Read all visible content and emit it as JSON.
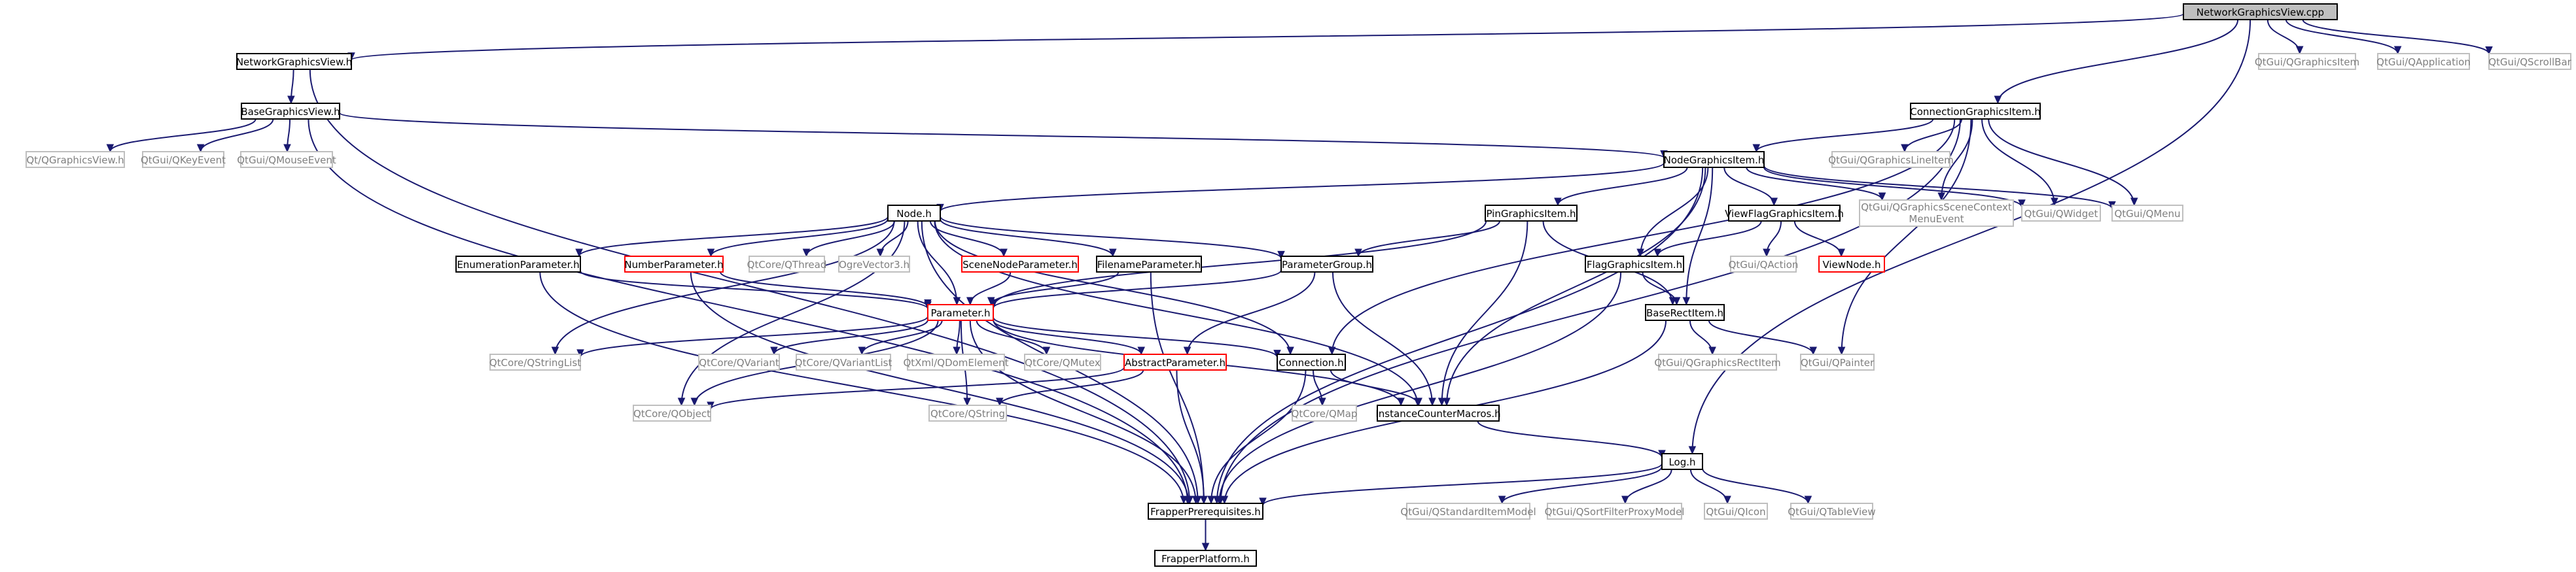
{
  "colors": {
    "edge": "#191970",
    "root_fill": "#bfbfbf",
    "documented_border": "#000000",
    "undocumented_border": "#bfbfbf",
    "undocumented_text": "#7f7f7f",
    "link_red": "#ff0000"
  },
  "nodes": [
    {
      "id": "ngv_cpp",
      "label": "NetworkGraphicsView.cpp",
      "kind": "root"
    },
    {
      "id": "ngv_h",
      "label": "NetworkGraphicsView.h",
      "kind": "doc"
    },
    {
      "id": "qgi",
      "label": "QtGui/QGraphicsItem",
      "kind": "ext"
    },
    {
      "id": "qapp",
      "label": "QtGui/QApplication",
      "kind": "ext"
    },
    {
      "id": "qsb",
      "label": "QtGui/QScrollBar",
      "kind": "ext"
    },
    {
      "id": "cgi_h",
      "label": "ConnectionGraphicsItem.h",
      "kind": "doc"
    },
    {
      "id": "bgv_h",
      "label": "BaseGraphicsView.h",
      "kind": "doc"
    },
    {
      "id": "qgli",
      "label": "QtGui/QGraphicsLineItem",
      "kind": "ext"
    },
    {
      "id": "qgv",
      "label": "Qt/QGraphicsView.h",
      "kind": "ext"
    },
    {
      "id": "qke",
      "label": "QtGui/QKeyEvent",
      "kind": "ext"
    },
    {
      "id": "qme",
      "label": "QtGui/QMouseEvent",
      "kind": "ext"
    },
    {
      "id": "ngi_h",
      "label": "NodeGraphicsItem.h",
      "kind": "doc"
    },
    {
      "id": "node_h",
      "label": "Node.h",
      "kind": "doc"
    },
    {
      "id": "pgi_h",
      "label": "PinGraphicsItem.h",
      "kind": "doc"
    },
    {
      "id": "vfgi_h",
      "label": "ViewFlagGraphicsItem.h",
      "kind": "doc"
    },
    {
      "id": "qgscme",
      "label": "QtGui/QGraphicsSceneContext MenuEvent",
      "kind": "ext"
    },
    {
      "id": "qwidget",
      "label": "QtGui/QWidget",
      "kind": "ext"
    },
    {
      "id": "qmenu",
      "label": "QtGui/QMenu",
      "kind": "ext"
    },
    {
      "id": "enum_h",
      "label": "EnumerationParameter.h",
      "kind": "doc"
    },
    {
      "id": "num_h",
      "label": "NumberParameter.h",
      "kind": "red"
    },
    {
      "id": "qthread",
      "label": "QtCore/QThread",
      "kind": "ext"
    },
    {
      "id": "ogre_v3",
      "label": "OgreVector3.h",
      "kind": "ext"
    },
    {
      "id": "snp_h",
      "label": "SceneNodeParameter.h",
      "kind": "red"
    },
    {
      "id": "fnp_h",
      "label": "FilenameParameter.h",
      "kind": "doc"
    },
    {
      "id": "pg_h",
      "label": "ParameterGroup.h",
      "kind": "doc"
    },
    {
      "id": "fgi_h",
      "label": "FlagGraphicsItem.h",
      "kind": "doc"
    },
    {
      "id": "qaction",
      "label": "QtGui/QAction",
      "kind": "ext"
    },
    {
      "id": "viewnode_h",
      "label": "ViewNode.h",
      "kind": "red"
    },
    {
      "id": "param_h",
      "label": "Parameter.h",
      "kind": "red"
    },
    {
      "id": "bri_h",
      "label": "BaseRectItem.h",
      "kind": "doc"
    },
    {
      "id": "qsl",
      "label": "QtCore/QStringList",
      "kind": "ext"
    },
    {
      "id": "qvariant",
      "label": "QtCore/QVariant",
      "kind": "ext"
    },
    {
      "id": "qvl",
      "label": "QtCore/QVariantList",
      "kind": "ext"
    },
    {
      "id": "qdom",
      "label": "QtXml/QDomElement",
      "kind": "ext"
    },
    {
      "id": "qmutex",
      "label": "QtCore/QMutex",
      "kind": "ext"
    },
    {
      "id": "ap_h",
      "label": "AbstractParameter.h",
      "kind": "red"
    },
    {
      "id": "conn_h",
      "label": "Connection.h",
      "kind": "doc"
    },
    {
      "id": "qgri",
      "label": "QtGui/QGraphicsRectItem",
      "kind": "ext"
    },
    {
      "id": "qpainter",
      "label": "QtGui/QPainter",
      "kind": "ext"
    },
    {
      "id": "qobject",
      "label": "QtCore/QObject",
      "kind": "ext"
    },
    {
      "id": "qstring",
      "label": "QtCore/QString",
      "kind": "ext"
    },
    {
      "id": "qmap",
      "label": "QtCore/QMap",
      "kind": "ext"
    },
    {
      "id": "icm_h",
      "label": "InstanceCounterMacros.h",
      "kind": "doc"
    },
    {
      "id": "log_h",
      "label": "Log.h",
      "kind": "doc"
    },
    {
      "id": "fp_h",
      "label": "FrapperPrerequisites.h",
      "kind": "doc"
    },
    {
      "id": "qsim",
      "label": "QtGui/QStandardItemModel",
      "kind": "ext"
    },
    {
      "id": "qsfpm",
      "label": "QtGui/QSortFilterProxyModel",
      "kind": "ext"
    },
    {
      "id": "qicon",
      "label": "QtGui/QIcon",
      "kind": "ext"
    },
    {
      "id": "qtv",
      "label": "QtGui/QTableView",
      "kind": "ext"
    },
    {
      "id": "fplat_h",
      "label": "FrapperPlatform.h",
      "kind": "doc"
    }
  ],
  "edges": [
    [
      "ngv_cpp",
      "ngv_h"
    ],
    [
      "ngv_cpp",
      "qgi"
    ],
    [
      "ngv_cpp",
      "qapp"
    ],
    [
      "ngv_cpp",
      "qsb"
    ],
    [
      "ngv_cpp",
      "cgi_h"
    ],
    [
      "ngv_cpp",
      "log_h"
    ],
    [
      "ngv_h",
      "bgv_h"
    ],
    [
      "ngv_h",
      "fp_h"
    ],
    [
      "bgv_h",
      "qgv"
    ],
    [
      "bgv_h",
      "qke"
    ],
    [
      "bgv_h",
      "qme"
    ],
    [
      "bgv_h",
      "ngi_h"
    ],
    [
      "bgv_h",
      "fp_h"
    ],
    [
      "cgi_h",
      "ngi_h"
    ],
    [
      "cgi_h",
      "qgli"
    ],
    [
      "cgi_h",
      "qgscme"
    ],
    [
      "cgi_h",
      "qwidget"
    ],
    [
      "cgi_h",
      "qmenu"
    ],
    [
      "cgi_h",
      "qpainter"
    ],
    [
      "cgi_h",
      "conn_h"
    ],
    [
      "cgi_h",
      "fp_h"
    ],
    [
      "ngi_h",
      "node_h"
    ],
    [
      "ngi_h",
      "pgi_h"
    ],
    [
      "ngi_h",
      "vfgi_h"
    ],
    [
      "ngi_h",
      "fgi_h"
    ],
    [
      "ngi_h",
      "bri_h"
    ],
    [
      "ngi_h",
      "qgscme"
    ],
    [
      "ngi_h",
      "qwidget"
    ],
    [
      "ngi_h",
      "qmenu"
    ],
    [
      "ngi_h",
      "icm_h"
    ],
    [
      "ngi_h",
      "fp_h"
    ],
    [
      "node_h",
      "enum_h"
    ],
    [
      "node_h",
      "num_h"
    ],
    [
      "node_h",
      "qthread"
    ],
    [
      "node_h",
      "ogre_v3"
    ],
    [
      "node_h",
      "snp_h"
    ],
    [
      "node_h",
      "fnp_h"
    ],
    [
      "node_h",
      "pg_h"
    ],
    [
      "node_h",
      "param_h"
    ],
    [
      "node_h",
      "conn_h"
    ],
    [
      "node_h",
      "icm_h"
    ],
    [
      "node_h",
      "qsl"
    ],
    [
      "node_h",
      "qobject"
    ],
    [
      "node_h",
      "fp_h"
    ],
    [
      "pgi_h",
      "pg_h"
    ],
    [
      "pgi_h",
      "param_h"
    ],
    [
      "pgi_h",
      "bri_h"
    ],
    [
      "pgi_h",
      "icm_h"
    ],
    [
      "vfgi_h",
      "fgi_h"
    ],
    [
      "vfgi_h",
      "qaction"
    ],
    [
      "vfgi_h",
      "viewnode_h"
    ],
    [
      "enum_h",
      "param_h"
    ],
    [
      "enum_h",
      "fp_h"
    ],
    [
      "num_h",
      "param_h"
    ],
    [
      "num_h",
      "fp_h"
    ],
    [
      "snp_h",
      "param_h"
    ],
    [
      "fnp_h",
      "param_h"
    ],
    [
      "fnp_h",
      "fp_h"
    ],
    [
      "pg_h",
      "param_h"
    ],
    [
      "pg_h",
      "ap_h"
    ],
    [
      "pg_h",
      "icm_h"
    ],
    [
      "fgi_h",
      "bri_h"
    ],
    [
      "fgi_h",
      "fp_h"
    ],
    [
      "bri_h",
      "qgri"
    ],
    [
      "bri_h",
      "qpainter"
    ],
    [
      "bri_h",
      "fp_h"
    ],
    [
      "param_h",
      "qsl"
    ],
    [
      "param_h",
      "qvariant"
    ],
    [
      "param_h",
      "qvl"
    ],
    [
      "param_h",
      "qdom"
    ],
    [
      "param_h",
      "qmutex"
    ],
    [
      "param_h",
      "ap_h"
    ],
    [
      "param_h",
      "conn_h"
    ],
    [
      "param_h",
      "icm_h"
    ],
    [
      "param_h",
      "qobject"
    ],
    [
      "param_h",
      "qstring"
    ],
    [
      "param_h",
      "fp_h"
    ],
    [
      "ap_h",
      "qobject"
    ],
    [
      "ap_h",
      "qstring"
    ],
    [
      "ap_h",
      "fp_h"
    ],
    [
      "conn_h",
      "qmap"
    ],
    [
      "conn_h",
      "icm_h"
    ],
    [
      "conn_h",
      "fp_h"
    ],
    [
      "icm_h",
      "log_h"
    ],
    [
      "log_h",
      "qsim"
    ],
    [
      "log_h",
      "qsfpm"
    ],
    [
      "log_h",
      "qicon"
    ],
    [
      "log_h",
      "qtv"
    ],
    [
      "log_h",
      "fp_h"
    ],
    [
      "fp_h",
      "fplat_h"
    ]
  ]
}
